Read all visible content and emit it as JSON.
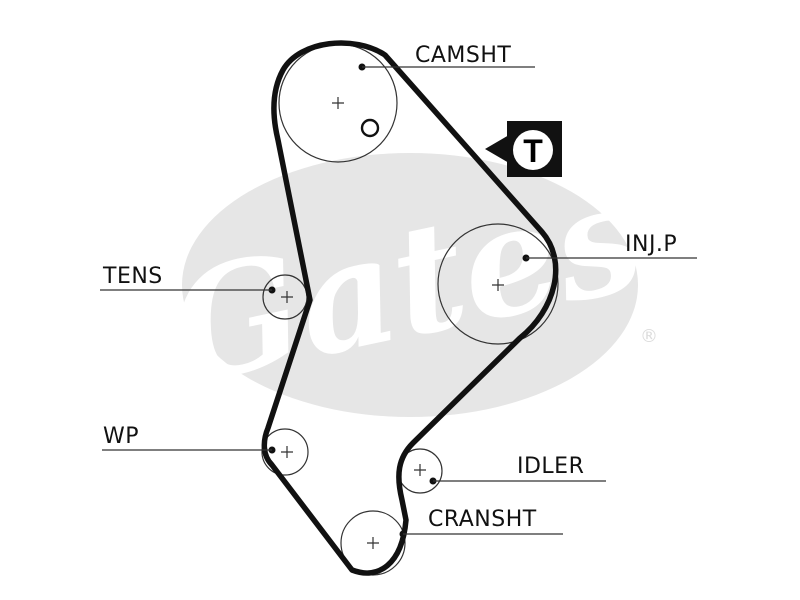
{
  "watermark": {
    "logo_text": "Gates",
    "registered_mark": "®",
    "logo_color": "#e6e6e6"
  },
  "timing_marker": {
    "letter": "T",
    "icon": "timing-mark-icon"
  },
  "labels": {
    "camshaft": "CAMSHT",
    "injection_pump": "INJ.P",
    "tensioner": "TENS",
    "water_pump": "WP",
    "idler": "IDLER",
    "crankshaft": "CRANSHT"
  },
  "colors": {
    "belt": "#111111",
    "pulley_outline": "#333333",
    "leader_line": "#333333"
  }
}
